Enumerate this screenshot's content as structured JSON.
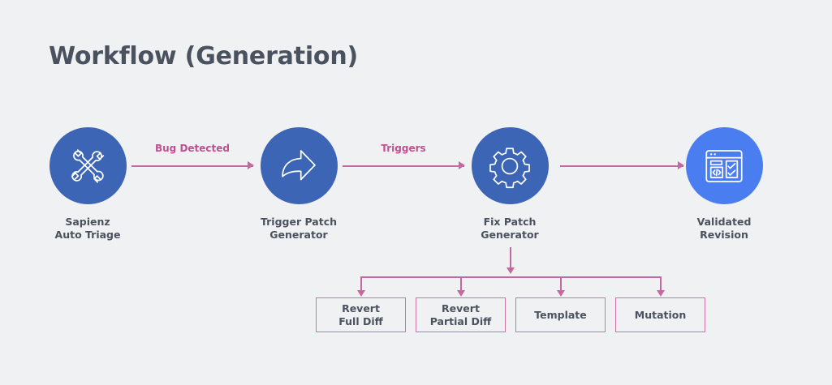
{
  "page": {
    "title": "Workflow (Generation)",
    "background_color": "#f0f1f3",
    "title_color": "#4a5260"
  },
  "colors": {
    "node_blue": "#3c65b5",
    "node_blue_bright": "#4a7df0",
    "connector_pink": "#c4699f",
    "label_pink": "#c0508f",
    "box_border_pink": "#cc74a6",
    "text_slate": "#4a5260"
  },
  "nodes": [
    {
      "id": "sapienz-auto-triage",
      "icon": "tools-wrench-hammer-icon",
      "caption": "Sapienz\nAuto Triage",
      "color": "#3c65b5"
    },
    {
      "id": "trigger-patch-generator",
      "icon": "curved-arrow-icon",
      "caption": "Trigger Patch\nGenerator",
      "color": "#3c65b5"
    },
    {
      "id": "fix-patch-generator",
      "icon": "gear-cog-icon",
      "caption": "Fix Patch\nGenerator",
      "color": "#3c65b5"
    },
    {
      "id": "validated-revision",
      "icon": "browser-code-checklist-icon",
      "caption": "Validated\nRevision",
      "color": "#4a7df0"
    }
  ],
  "edges": [
    {
      "id": "edge-bug-detected",
      "label": "Bug Detected",
      "from": "sapienz-auto-triage",
      "to": "trigger-patch-generator"
    },
    {
      "id": "edge-triggers",
      "label": "Triggers",
      "from": "trigger-patch-generator",
      "to": "fix-patch-generator"
    },
    {
      "id": "edge-unlabeled",
      "label": "",
      "from": "fix-patch-generator",
      "to": "validated-revision"
    }
  ],
  "branch": {
    "source": "fix-patch-generator",
    "leaves": [
      {
        "id": "leaf-revert-full-diff",
        "label": "Revert\nFull Diff"
      },
      {
        "id": "leaf-revert-partial-diff",
        "label": "Revert\nPartial Diff"
      },
      {
        "id": "leaf-template",
        "label": "Template"
      },
      {
        "id": "leaf-mutation",
        "label": "Mutation"
      }
    ]
  }
}
